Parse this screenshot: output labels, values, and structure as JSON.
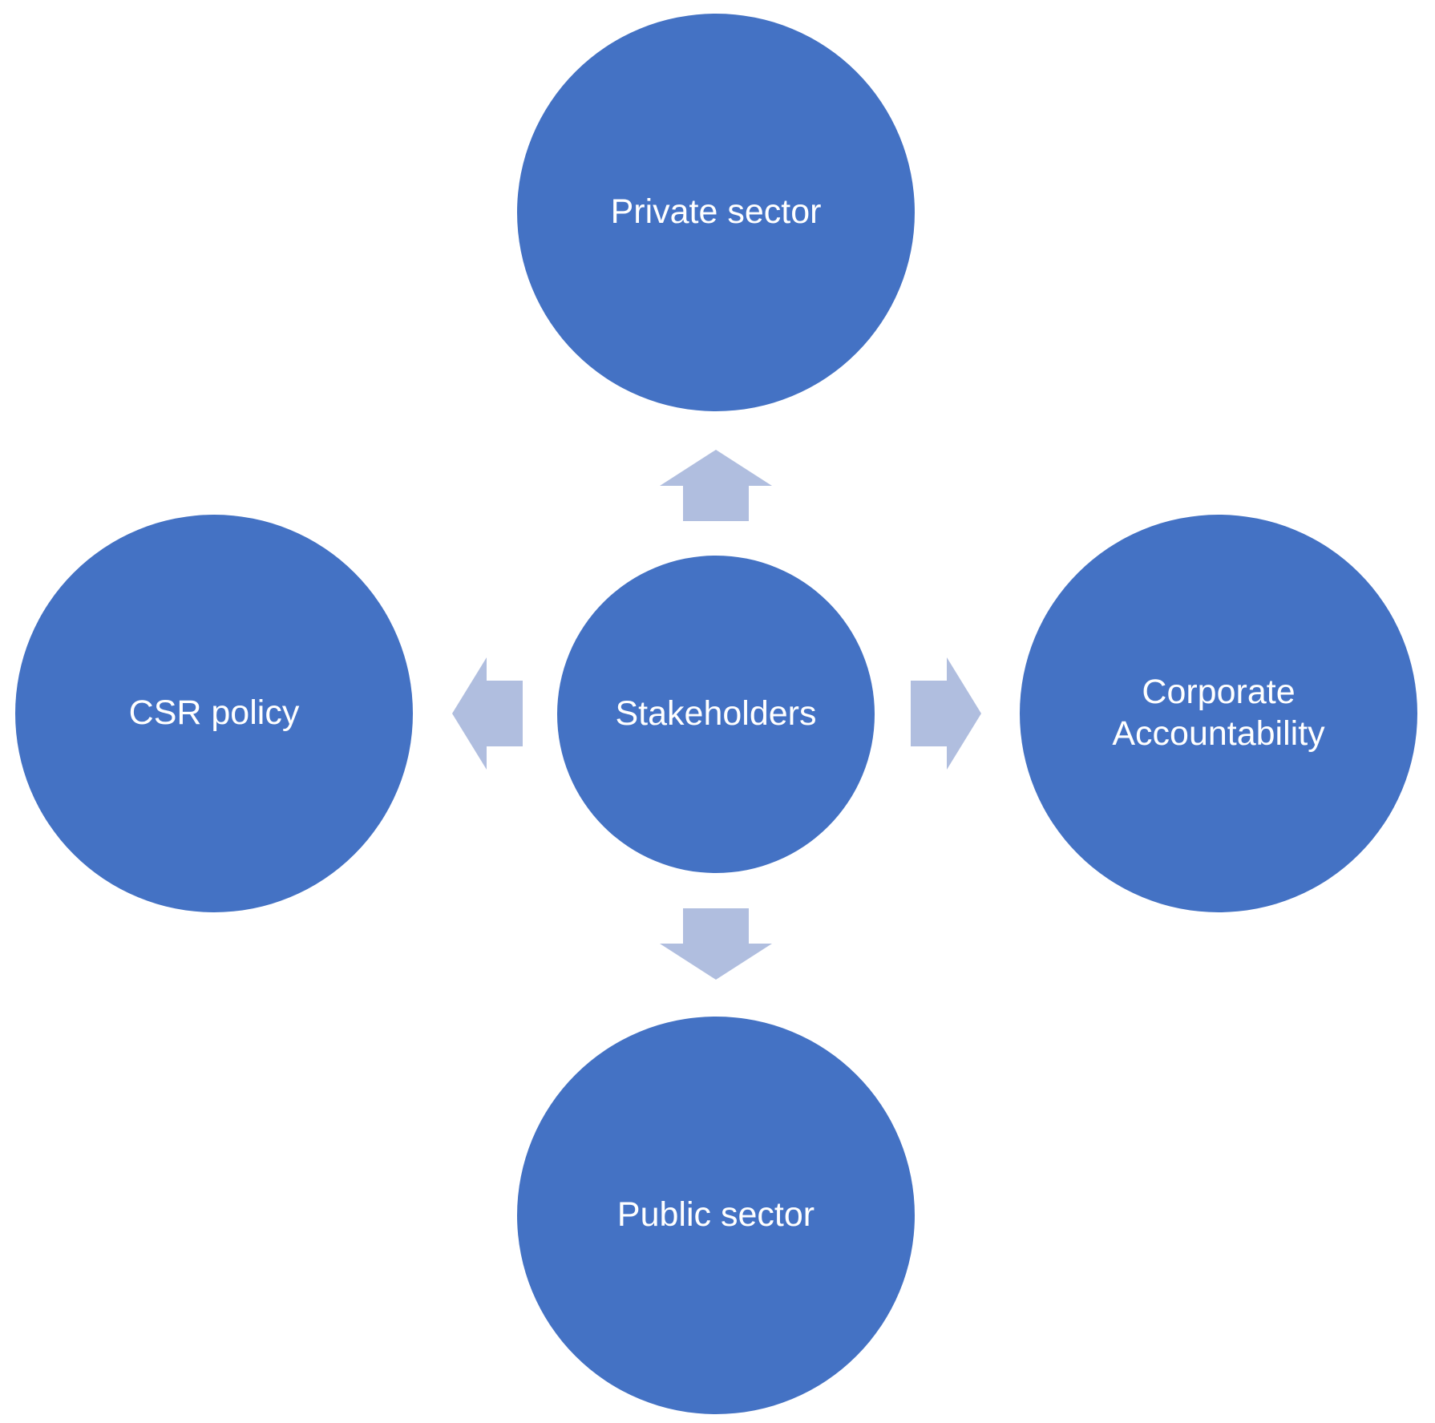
{
  "colors": {
    "node_fill": "#4472C4",
    "arrow_fill": "#B0BEDF",
    "text": "#FFFFFF"
  },
  "center": {
    "label": "Stakeholders"
  },
  "nodes": {
    "top": {
      "label": "Private sector"
    },
    "left": {
      "label": "CSR policy"
    },
    "right": {
      "label": "Corporate\nAccountability"
    },
    "bottom": {
      "label": "Public sector"
    }
  },
  "arrows": [
    {
      "direction": "up",
      "target": "top"
    },
    {
      "direction": "left",
      "target": "left"
    },
    {
      "direction": "right",
      "target": "right"
    },
    {
      "direction": "down",
      "target": "bottom"
    }
  ]
}
